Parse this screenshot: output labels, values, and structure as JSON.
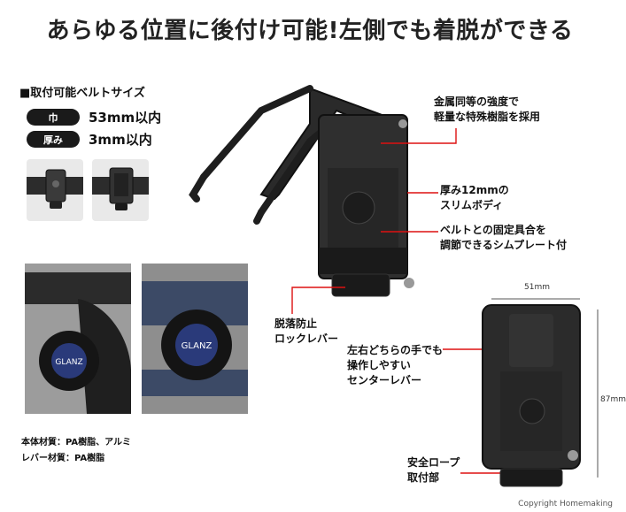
{
  "headline": "あらゆる位置に後付け可能!左側でも着脱ができる",
  "spec": {
    "title": "■取付可能ベルトサイズ",
    "rows": [
      {
        "label": "巾",
        "value": "53mm以内"
      },
      {
        "label": "厚み",
        "value": "3mm以内"
      }
    ]
  },
  "callouts": {
    "strength": [
      "金属同等の強度で",
      "軽量な特殊樹脂を採用"
    ],
    "slim": [
      "厚み12mmの",
      "スリムボディ"
    ],
    "shim": [
      "ベルトとの固定具合を",
      "調節できるシムプレート付"
    ],
    "lock": [
      "脱落防止",
      "ロックレバー"
    ],
    "center": [
      "左右どちらの手でも",
      "操作しやすい",
      "センターレバー"
    ],
    "rope": [
      "安全ロープ",
      "取付部"
    ]
  },
  "dimensions": {
    "width": "51mm",
    "height": "87mm"
  },
  "materials": [
    "本体材質：PA樹脂、アルミ",
    "レバー材質：PA樹脂"
  ],
  "tape_brand": "GLANZ",
  "copyright": "Copyright Homemaking"
}
